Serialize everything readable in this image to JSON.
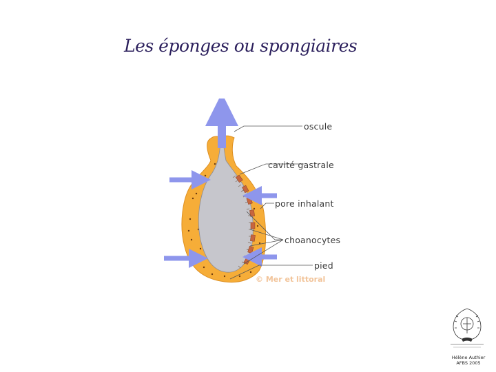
{
  "slide": {
    "title": "Les éponges ou spongiaires"
  },
  "diagram": {
    "labels": {
      "oscule": "oscule",
      "cavite": "cavité gastrale",
      "pore": "pore inhalant",
      "choanocytes": "choanocytes",
      "pied": "pied"
    },
    "credit": "© Mer et littoral",
    "colors": {
      "body": "#f6ad38",
      "cavity": "#c6c6cc",
      "arrow": "#8e96ec",
      "pore": "#c7663f"
    }
  },
  "author": {
    "line1": "Hélène Authier",
    "line2": "AFBS 2005"
  }
}
